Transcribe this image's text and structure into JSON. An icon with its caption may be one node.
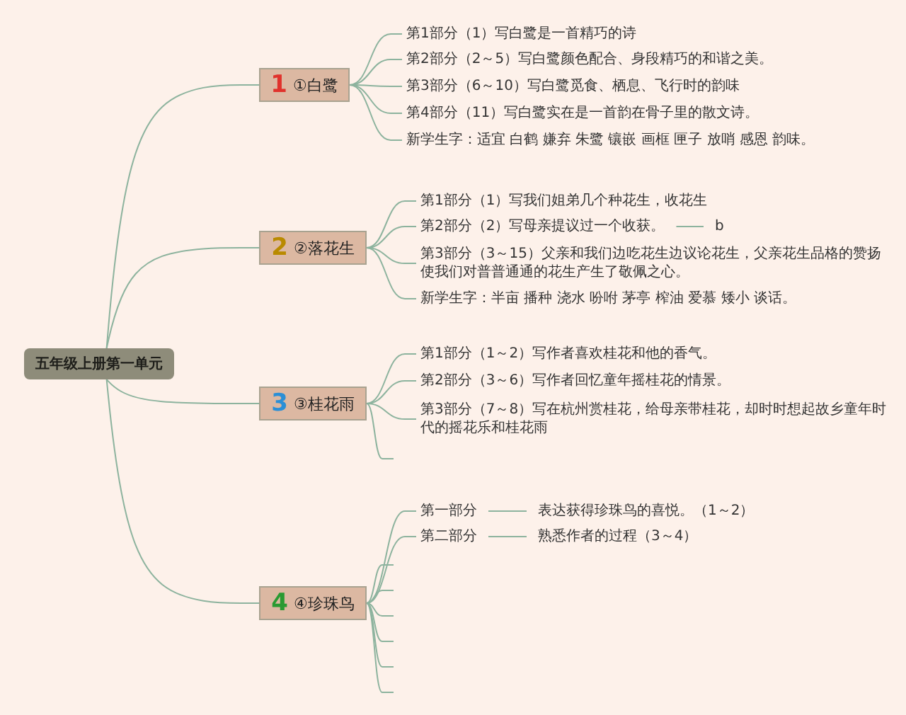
{
  "diagram": {
    "nodes": [
      {
        "text": [
          "五年级上册第一单元"
        ]
      },
      {
        "text": [
          "1",
          "①白鹭"
        ]
      },
      {
        "text": [
          "第1部分（1）写白鹭是一首精巧的诗"
        ]
      },
      {
        "text": [
          "第2部分（2～5）写白鹭颜色配合、身段精巧的和谐之美。"
        ]
      },
      {
        "text": [
          "第3部分（6～10）写白鹭觅食、栖息、飞行时的韵味"
        ]
      },
      {
        "text": [
          "第4部分（11）写白鹭实在是一首韵在骨子里的散文诗。"
        ]
      },
      {
        "text": [
          "新学生字：适宜 白鹤 嫌弃 朱鹭 镶嵌 画框 匣子 放哨 感恩 韵味。"
        ]
      },
      {
        "text": [
          "2",
          "②落花生"
        ]
      },
      {
        "text": [
          "第1部分（1）写我们姐弟几个种花生，收花生"
        ]
      },
      {
        "text": [
          "第2部分（2）写母亲提议过一个收获。"
        ]
      },
      {
        "text": [
          "第3部分（3～15）父亲和我们边吃花生边议论花生，父亲花生品格的赞扬使我们对普普通通的花生产生了敬佩之心。"
        ]
      },
      {
        "text": [
          "新学生字：半亩 播种 浇水 吩咐 茅亭 榨油 爱慕 矮小 谈话。"
        ]
      },
      {
        "text": [
          "b"
        ]
      },
      {
        "text": [
          "3",
          "③桂花雨"
        ]
      },
      {
        "text": [
          "第1部分（1～2）写作者喜欢桂花和他的香气。"
        ]
      },
      {
        "text": [
          "第2部分（3～6）写作者回忆童年摇桂花的情景。"
        ]
      },
      {
        "text": [
          "第3部分（7～8）写在杭州赏桂花，给母亲带桂花，却时时想起故乡童年时代的摇花乐和桂花雨"
        ]
      },
      {
        "text": [
          "4",
          "④珍珠鸟"
        ]
      },
      {
        "text": [
          "第一部分"
        ]
      },
      {
        "text": [
          "表达获得珍珠鸟的喜悦。（1～2）"
        ]
      },
      {
        "text": [
          "第二部分"
        ]
      },
      {
        "text": [
          "熟悉作者的过程（3～4）"
        ]
      }
    ],
    "edges": [
      {
        "from": 0,
        "to": 1,
        "arrow": "none"
      },
      {
        "from": 0,
        "to": 7,
        "arrow": "none"
      },
      {
        "from": 0,
        "to": 13,
        "arrow": "none"
      },
      {
        "from": 0,
        "to": 17,
        "arrow": "none"
      },
      {
        "from": 1,
        "to": 2,
        "arrow": "none"
      },
      {
        "from": 1,
        "to": 3,
        "arrow": "none"
      },
      {
        "from": 1,
        "to": 4,
        "arrow": "none"
      },
      {
        "from": 1,
        "to": 5,
        "arrow": "none"
      },
      {
        "from": 1,
        "to": 6,
        "arrow": "none"
      },
      {
        "from": 7,
        "to": 8,
        "arrow": "none"
      },
      {
        "from": 7,
        "to": 9,
        "arrow": "none"
      },
      {
        "from": 7,
        "to": 10,
        "arrow": "none"
      },
      {
        "from": 7,
        "to": 11,
        "arrow": "none"
      },
      {
        "from": 9,
        "to": 12,
        "arrow": "none"
      },
      {
        "from": 13,
        "to": 14,
        "arrow": "none"
      },
      {
        "from": 13,
        "to": 15,
        "arrow": "none"
      },
      {
        "from": 13,
        "to": 16,
        "arrow": "none"
      },
      {
        "from": 13,
        "to": null,
        "arrow": "none"
      },
      {
        "from": 17,
        "to": 18,
        "arrow": "none"
      },
      {
        "from": 17,
        "to": 20,
        "arrow": "none"
      },
      {
        "from": 17,
        "to": null,
        "arrow": "none"
      },
      {
        "from": 17,
        "to": null,
        "arrow": "none"
      },
      {
        "from": 17,
        "to": null,
        "arrow": "none"
      },
      {
        "from": 17,
        "to": null,
        "arrow": "none"
      },
      {
        "from": 17,
        "to": null,
        "arrow": "none"
      },
      {
        "from": 17,
        "to": null,
        "arrow": "none"
      },
      {
        "from": 18,
        "to": 19,
        "arrow": "none"
      },
      {
        "from": 20,
        "to": 21,
        "arrow": "none"
      }
    ]
  }
}
